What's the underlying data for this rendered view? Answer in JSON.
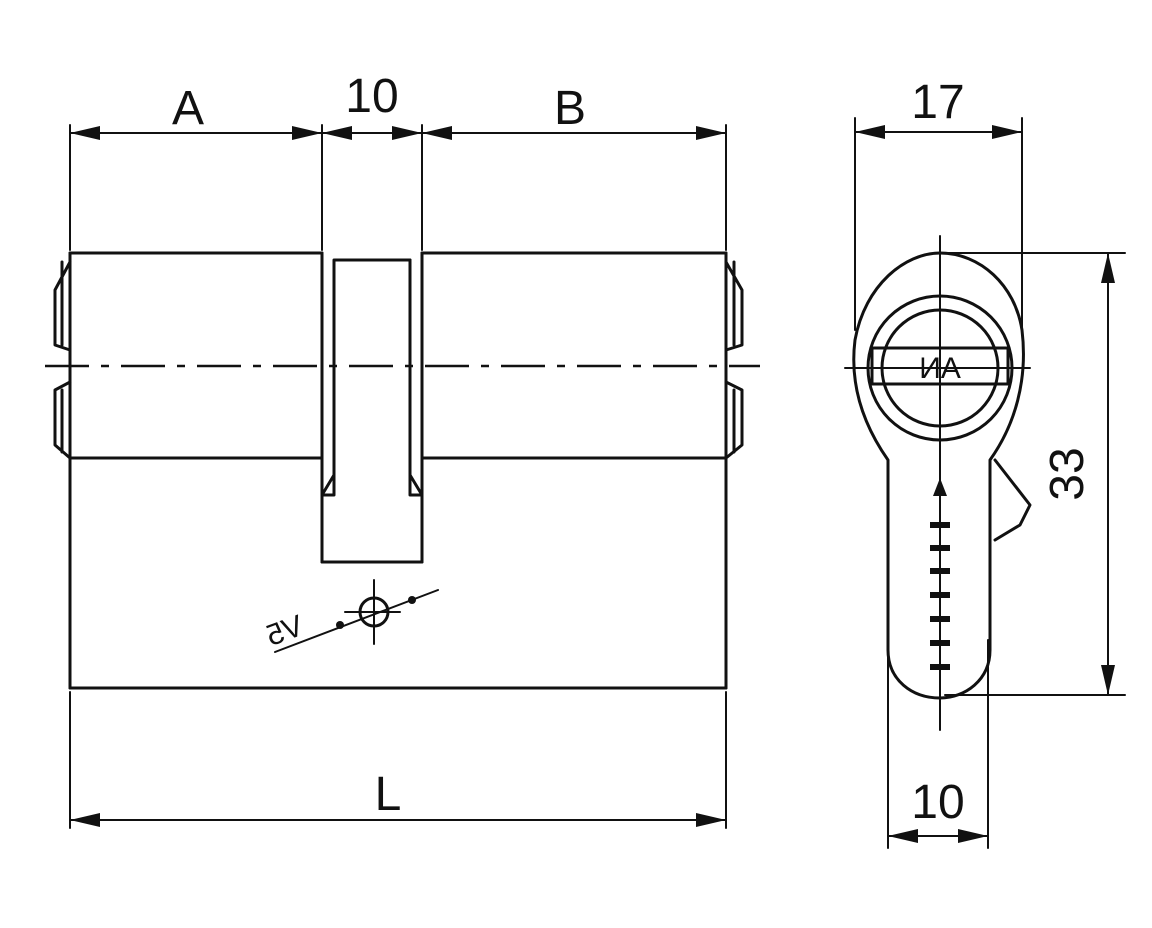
{
  "diagram": {
    "dimensions": {
      "a_label": "A",
      "center_width_label": "10",
      "b_label": "B",
      "length_label": "L",
      "profile_width_label": "17",
      "profile_height_label": "33",
      "cam_width_label": "10"
    },
    "marks": {
      "keyway_code": "AN",
      "side_mark": "V5"
    },
    "colors": {
      "line": "#111111",
      "background": "#ffffff"
    }
  }
}
